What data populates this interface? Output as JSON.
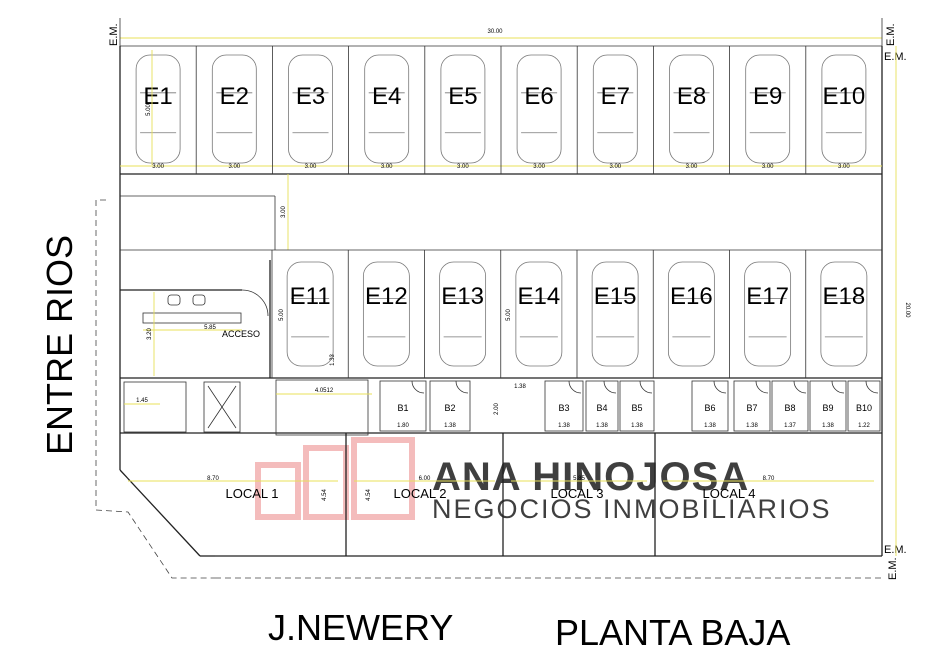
{
  "plan": {
    "title": "PLANTA BAJA",
    "street_left": "ENTRE RIOS",
    "street_bottom": "J.NEWERY",
    "em_label": "E.M.",
    "access_label": "ACCESO",
    "top_row": [
      "E1",
      "E2",
      "E3",
      "E4",
      "E5",
      "E6",
      "E7",
      "E8",
      "E9",
      "E10"
    ],
    "middle_row": [
      "E11",
      "E12",
      "E13",
      "E14",
      "E15",
      "E16",
      "E17",
      "E18"
    ],
    "storage": [
      "B1",
      "B2",
      "B3",
      "B4",
      "B5",
      "B6",
      "B7",
      "B8",
      "B9",
      "B10"
    ],
    "locals": [
      "LOCAL 1",
      "LOCAL 2",
      "LOCAL 3",
      "LOCAL 4"
    ],
    "dims": {
      "total_width": "30.00",
      "total_depth": "20.00",
      "space_width": "3.00",
      "space_depth": "5.00",
      "aisle_width": "3.00",
      "access_width": "5.85",
      "access_depth": "3.20",
      "stairs_width": "4.0512",
      "stairs_depth": "1.33",
      "bath_width": "1.45",
      "storage_widths": [
        "1.80",
        "1.38",
        "1.38",
        "1.38",
        "1.38",
        "1.38",
        "1.38",
        "1.37",
        "1.38",
        "1.22"
      ],
      "storage_b3_top": "1.38",
      "storage_depth": "2.00",
      "local_widths": [
        "8.70",
        "6.00",
        "5.85",
        "8.70"
      ],
      "local_depth": "4.54"
    }
  },
  "watermark": {
    "line1": "ANA HINOJOSA",
    "line2": "NEGOCIOS INMOBILIARIOS",
    "color": "#f0a0a0"
  }
}
